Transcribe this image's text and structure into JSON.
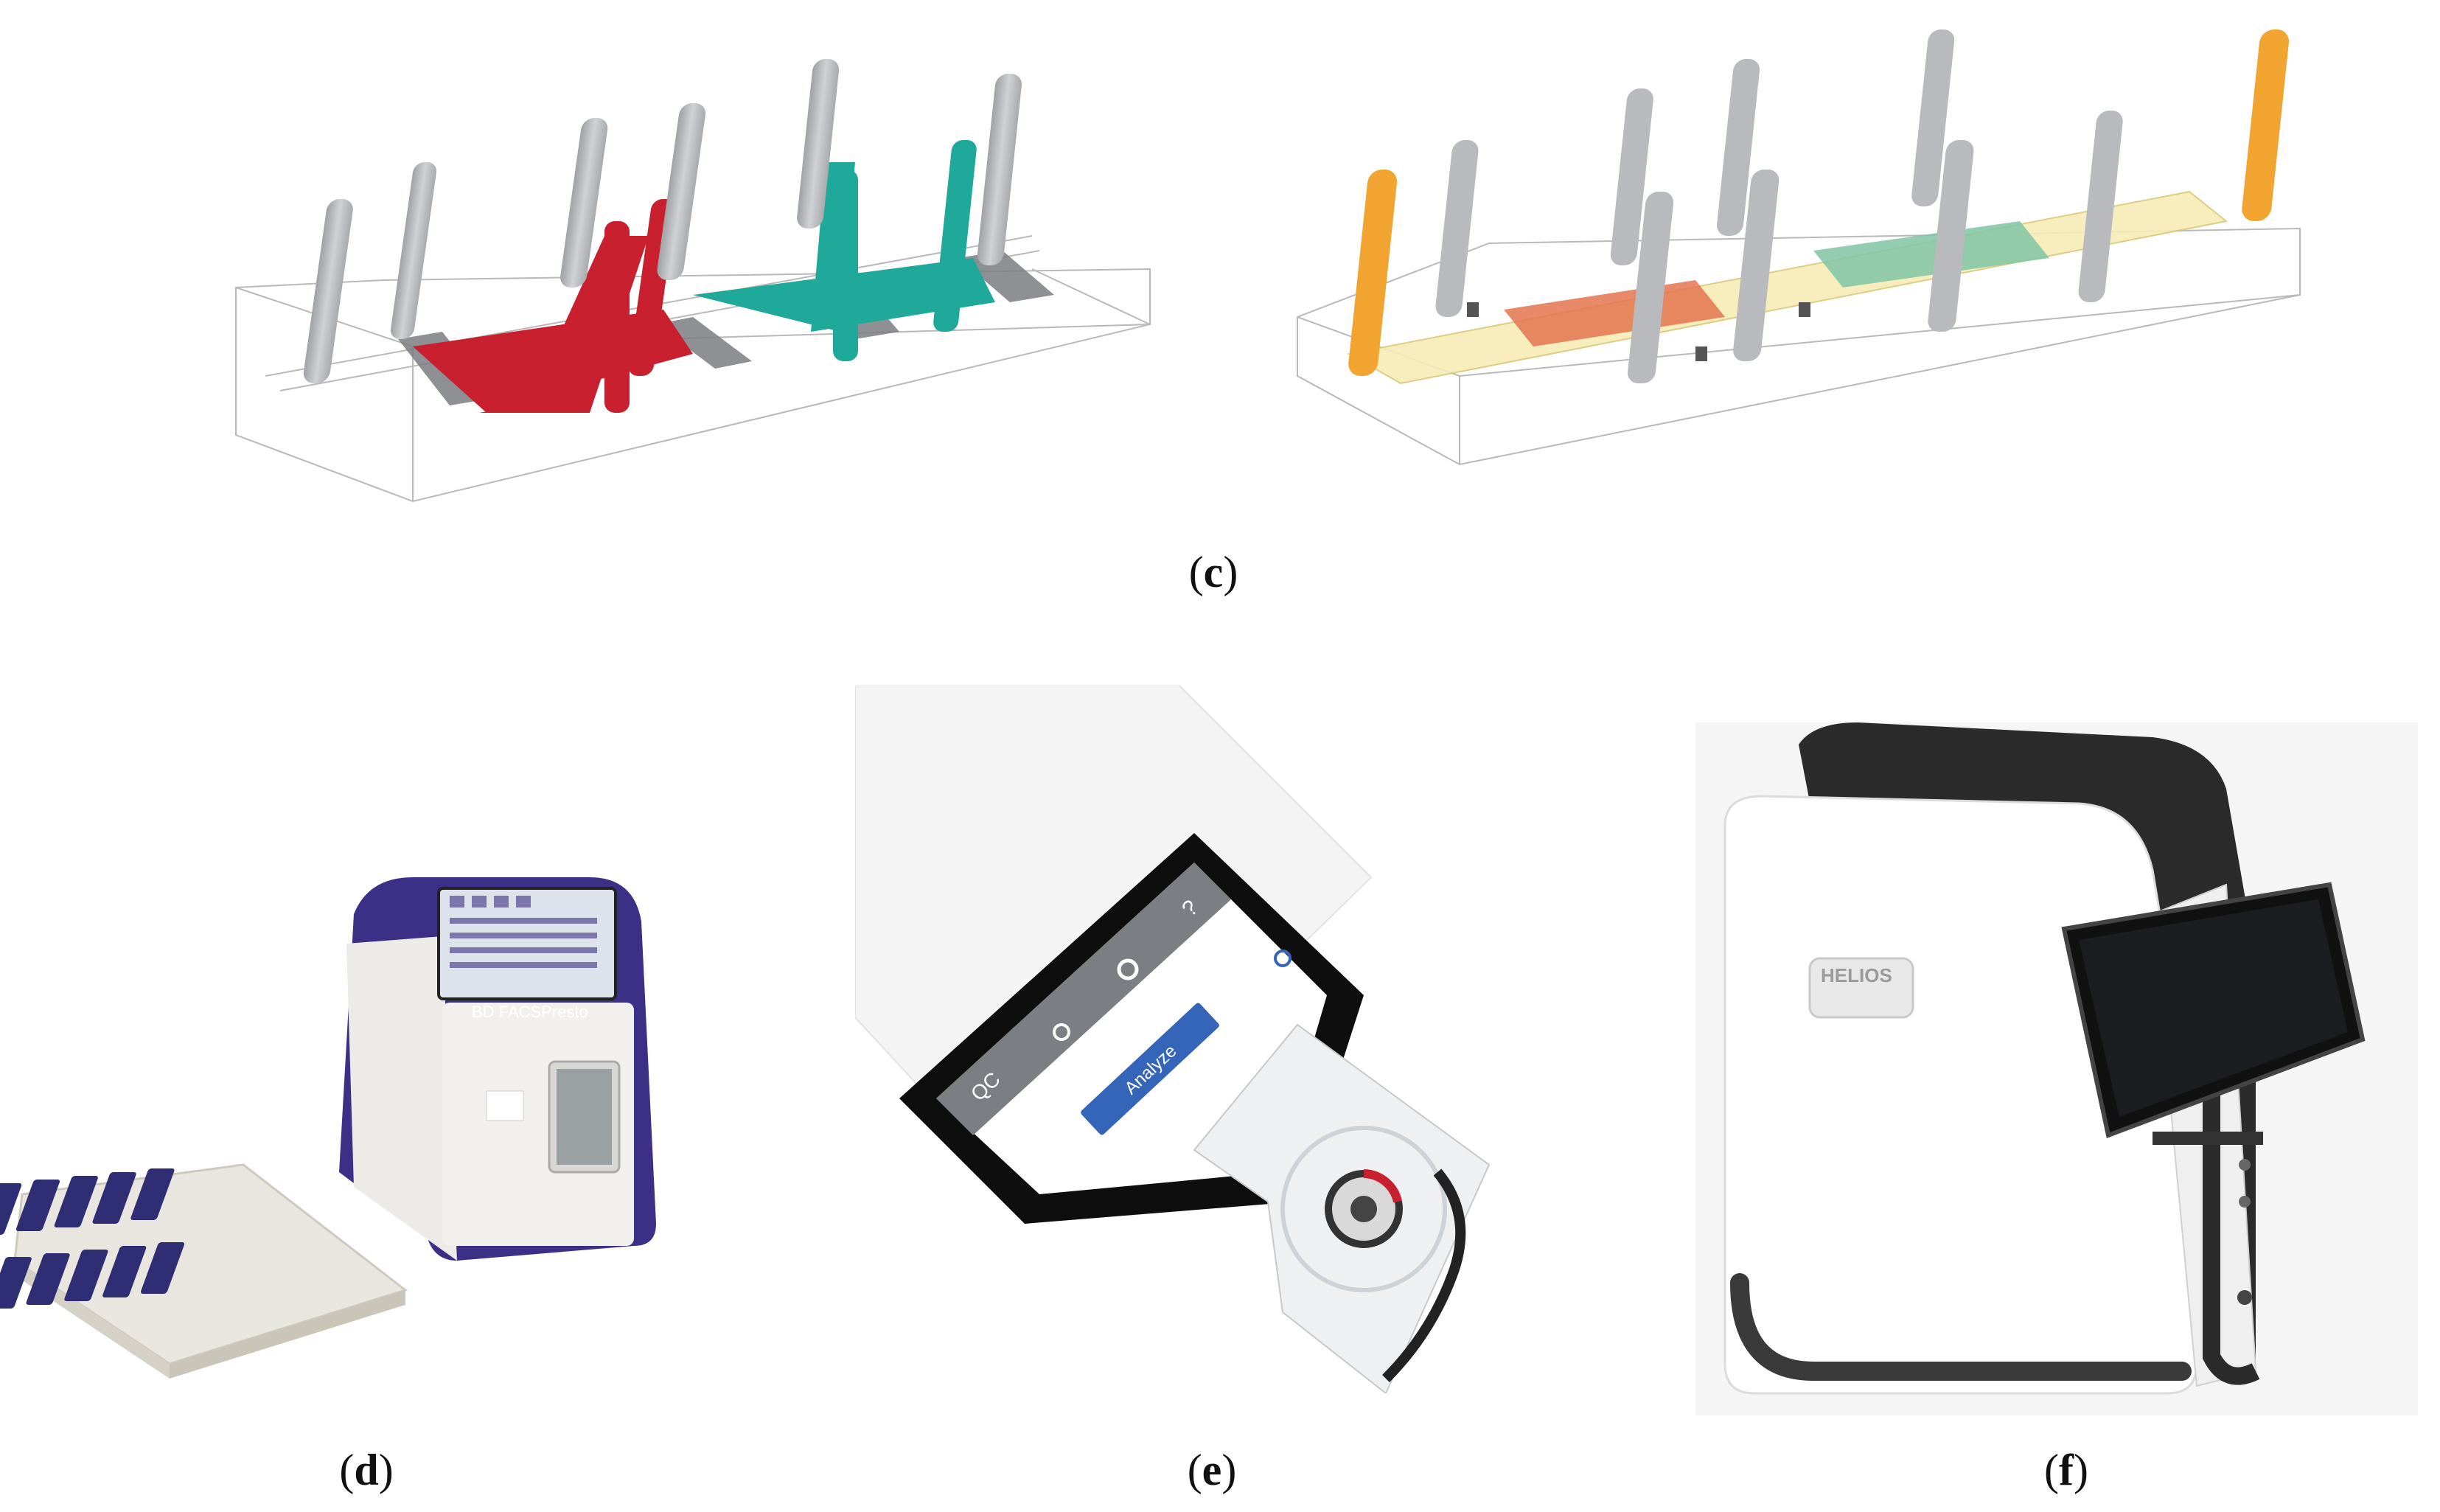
{
  "captions": {
    "c": {
      "open": "(",
      "letter": "c",
      "close": ")"
    },
    "d": {
      "open": "(",
      "letter": "d",
      "close": ")"
    },
    "e": {
      "open": "(",
      "letter": "e",
      "close": ")"
    },
    "f": {
      "open": "(",
      "letter": "f",
      "close": ")"
    }
  },
  "device_d": {
    "brand": "BD FACSPresto"
  },
  "device_e": {
    "button_label": "Analyze",
    "icon_qc": "QC",
    "icon_search": "search-icon",
    "icon_gear": "gear-icon",
    "icon_help": "?",
    "icon_power": "power-icon"
  },
  "device_f": {
    "brand": "HELIOS"
  },
  "colors": {
    "red_channel": "#c8202f",
    "teal_channel": "#1fa99a",
    "orange_pillar": "#f2a431",
    "orange_fill": "#e4744f",
    "green_fill": "#7fc4a3",
    "yellow_fill": "#f7ecb6",
    "gray_pillar": "#b8babd",
    "purple_device": "#3c2f86",
    "blue_button": "#3565b8"
  }
}
